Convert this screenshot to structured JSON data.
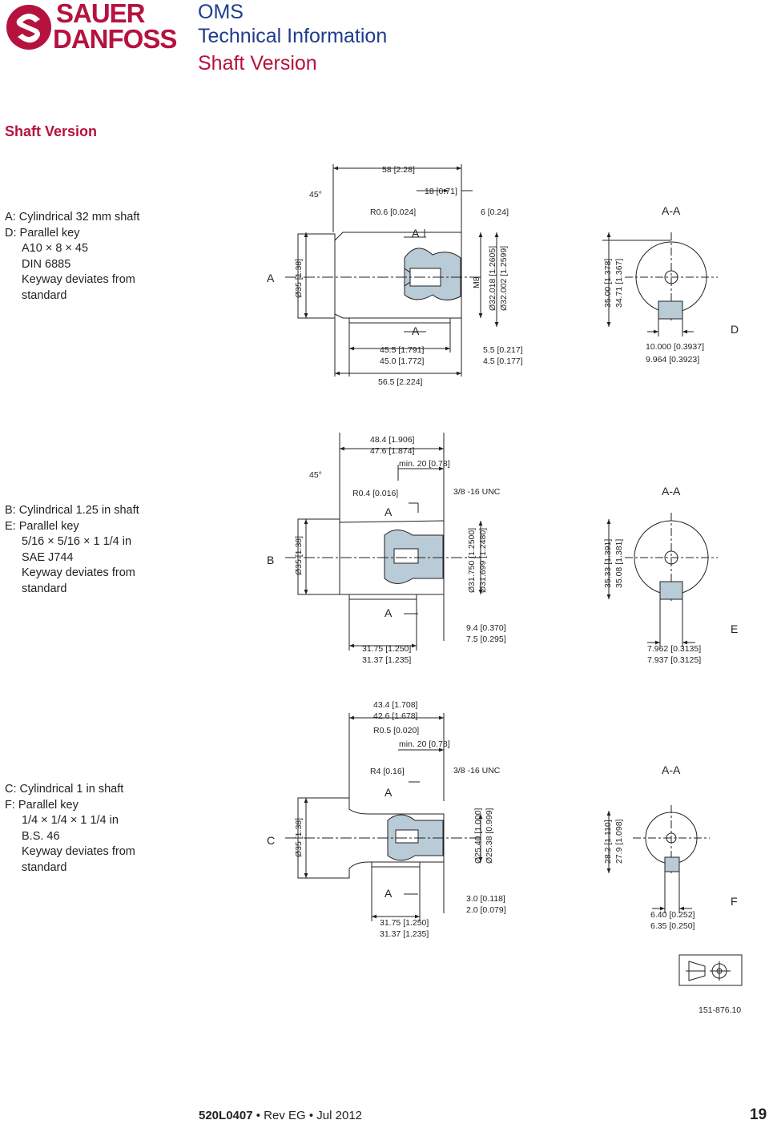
{
  "header": {
    "brand_line1": "SAUER",
    "brand_line2": "DANFOSS",
    "title1": "OMS",
    "title2": "Technical Information",
    "title3": "Shaft Version"
  },
  "section_title": "Shaft Version",
  "variants": [
    {
      "lines": [
        "A: Cylindrical 32 mm shaft",
        "D: Parallel key",
        "A10 × 8 × 45",
        "DIN 6885",
        "Keyway deviates from",
        "standard"
      ],
      "letter": "A",
      "key_letter": "D",
      "dims": {
        "overall": "58 [2.28]",
        "thread_depth": "18 [0.71]",
        "chamfer": "45°",
        "radius": "R0.6  [0.024]",
        "end": "6 [0.24]",
        "body_dia": "Ø35 [1.38]",
        "thread": "M8",
        "dia1": "Ø32.018 [1.2605]",
        "dia2": "Ø32.002 [1.2599]",
        "key1a": "45.5 [1.791]",
        "key1b": "45.0 [1.772]",
        "len": "56.5 [2.224]",
        "key2a": "5.5 [0.217]",
        "key2b": "4.5 [0.177]",
        "sec1": "35.00 [1.378]",
        "sec2": "34.71 [1.367]",
        "kw1": "10.000 [0.3937]",
        "kw2": "9.964 [0.3923]",
        "section": "A-A",
        "a": "A"
      }
    },
    {
      "lines": [
        "B: Cylindrical 1.25 in shaft",
        "E: Parallel key",
        "5/16 × 5/16 × 1 1/4 in",
        "SAE J744",
        "Keyway deviates from",
        "standard"
      ],
      "letter": "B",
      "key_letter": "E",
      "dims": {
        "top1": "48.4 [1.906]",
        "top2": "47.6 [1.874]",
        "min": "min. 20 [0.78]",
        "chamfer": "45°",
        "radius": "R0.4  [0.016]",
        "thread": "3/8 -16 UNC",
        "body_dia": "Ø35 [1.38]",
        "dia1": "Ø31.750 [1.2500]",
        "dia2": "Ø31.699 [1.2480]",
        "key1a": "31.75 [1.250]",
        "key1b": "31.37 [1.235]",
        "key2a": "9.4 [0.370]",
        "key2b": "7.5 [0.295]",
        "sec1": "35.33 [1.391]",
        "sec2": "35.08 [1.381]",
        "kw1": "7.962 [0.3135]",
        "kw2": "7.937 [0.3125]",
        "section": "A-A",
        "a": "A"
      }
    },
    {
      "lines": [
        "C: Cylindrical 1 in shaft",
        "F: Parallel key",
        "1/4 × 1/4 × 1 1/4 in",
        "B.S. 46",
        "Keyway deviates from",
        "standard"
      ],
      "letter": "C",
      "key_letter": "F",
      "dims": {
        "top1": "43.4 [1.708]",
        "top2": "42.6 [1.678]",
        "r2": "R0.5  [0.020]",
        "min": "min. 20 [0.78]",
        "radius": "R4  [0.16]",
        "thread": "3/8 -16 UNC",
        "body_dia": "Ø35 [1.38]",
        "dia1": "Ø25.40 [1.000]",
        "dia2": "Ø25.38 [0.999]",
        "key1a": "31.75 [1.250]",
        "key1b": "31.37 [1.235]",
        "key2a": "3.0 [0.118]",
        "key2b": "2.0 [0.079]",
        "sec1": "28.2 [1.110]",
        "sec2": "27.9 [1.098]",
        "kw1": "6.40 [0.252]",
        "kw2": "6.35 [0.250]",
        "section": "A-A",
        "a": "A"
      }
    }
  ],
  "drawing_number": "151-876.10",
  "footer": {
    "doc": "520L0407",
    "rev": "Rev EG",
    "date": "Jul 2012",
    "page": "19"
  }
}
